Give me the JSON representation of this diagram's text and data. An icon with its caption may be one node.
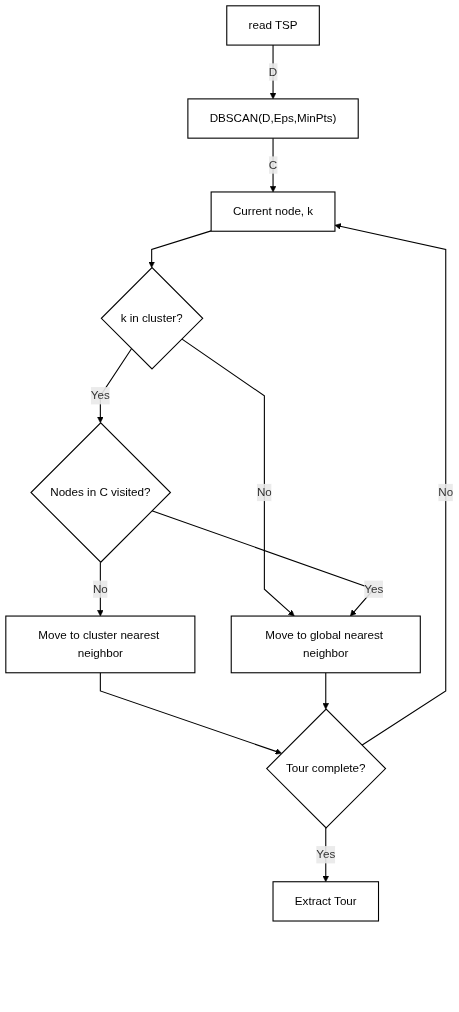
{
  "diagram": {
    "nodes": [
      {
        "text": [
          "read TSP"
        ]
      },
      {
        "text": [
          "DBSCAN(D,Eps,MinPts)"
        ]
      },
      {
        "text": [
          "Current node, k"
        ]
      },
      {
        "text": [
          "k in cluster?"
        ]
      },
      {
        "text": [
          "Nodes in C visited?"
        ]
      },
      {
        "text": [
          "Move to cluster nearest neighbor"
        ]
      },
      {
        "text": [
          "Move to global nearest neighbor"
        ]
      },
      {
        "text": [
          "Tour complete?"
        ]
      },
      {
        "text": [
          "Extract Tour"
        ]
      }
    ],
    "edges": [
      {
        "from": 0,
        "to": 1,
        "arrow": "to",
        "label": "D"
      },
      {
        "from": 1,
        "to": 2,
        "arrow": "to",
        "label": "C"
      },
      {
        "from": 2,
        "to": 3,
        "arrow": "to"
      },
      {
        "from": 3,
        "to": 4,
        "arrow": "to",
        "label": "Yes"
      },
      {
        "from": 3,
        "to": 6,
        "arrow": "to",
        "label": "No"
      },
      {
        "from": 4,
        "to": 6,
        "arrow": "to",
        "label": "Yes"
      },
      {
        "from": 4,
        "to": 5,
        "arrow": "to",
        "label": "No"
      },
      {
        "from": 5,
        "to": 7,
        "arrow": "to"
      },
      {
        "from": 6,
        "to": 7,
        "arrow": "to"
      },
      {
        "from": 7,
        "to": 8,
        "arrow": "to",
        "label": "Yes"
      },
      {
        "from": 7,
        "to": 2,
        "arrow": "to",
        "label": "No"
      }
    ]
  }
}
